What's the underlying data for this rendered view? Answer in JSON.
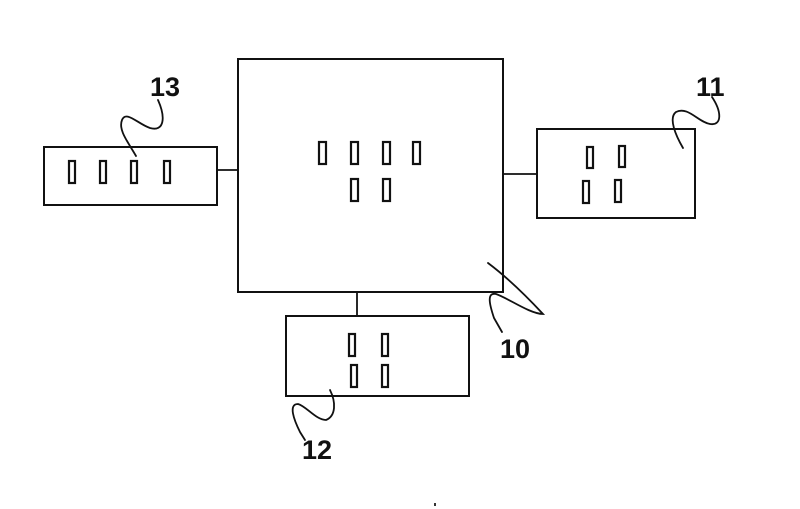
{
  "diagram": {
    "type": "block-diagram",
    "style": "patent-drawing",
    "stroke_color": "#111111",
    "background": "#ffffff",
    "components": [
      {
        "id": "10",
        "label": "10",
        "role": "central-unit",
        "slots": 6,
        "slot_rows": [
          4,
          2
        ]
      },
      {
        "id": "11",
        "label": "11",
        "role": "right-module",
        "slots": 4,
        "slot_rows": [
          2,
          2
        ]
      },
      {
        "id": "12",
        "label": "12",
        "role": "bottom-module",
        "slots": 4,
        "slot_rows": [
          2,
          2
        ]
      },
      {
        "id": "13",
        "label": "13",
        "role": "left-module",
        "slots": 4,
        "slot_rows": [
          4
        ]
      }
    ],
    "connections": [
      {
        "from": "10",
        "to": "11"
      },
      {
        "from": "10",
        "to": "12"
      },
      {
        "from": "10",
        "to": "13"
      }
    ]
  }
}
